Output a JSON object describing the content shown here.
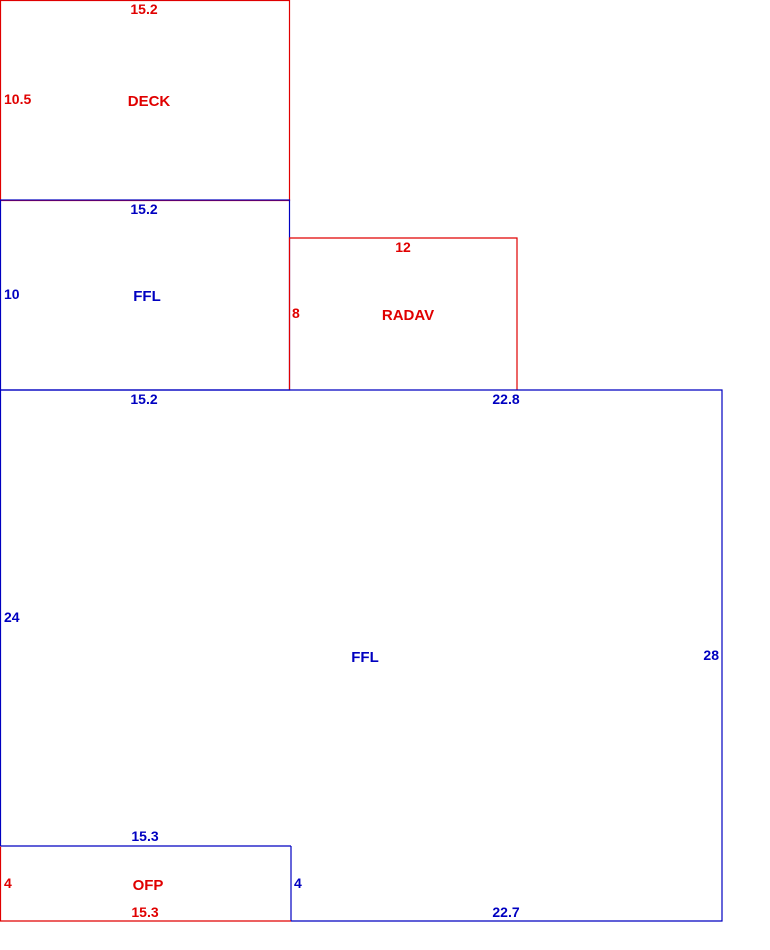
{
  "colors": {
    "red": "#e00000",
    "blue": "#0000c0"
  },
  "areas": {
    "deck": {
      "name": "DECK",
      "color": "red",
      "dims": {
        "top": "15.2",
        "left": "10.5"
      }
    },
    "ffl_upper": {
      "name": "FFL",
      "color": "blue",
      "dims": {
        "top": "15.2",
        "left": "10",
        "bottom": "15.2"
      }
    },
    "radav": {
      "name": "RADAV",
      "color": "red",
      "dims": {
        "top": "12",
        "left": "8"
      }
    },
    "ffl_main": {
      "name": "FFL",
      "color": "blue",
      "dims": {
        "top": "22.8",
        "left": "24",
        "right": "28",
        "bottom": "22.7"
      }
    },
    "ofp": {
      "name": "OFP",
      "color": "red",
      "dims": {
        "top": "15.3",
        "left": "4",
        "right": "4",
        "bottom": "15.3"
      }
    }
  }
}
